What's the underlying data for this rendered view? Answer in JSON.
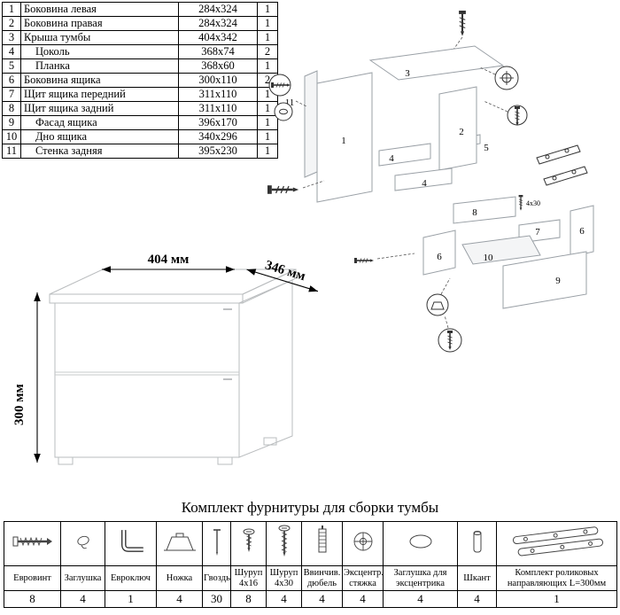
{
  "parts_table": {
    "rows": [
      {
        "num": "1",
        "name": "Боковина левая",
        "size": "284х324",
        "qty": "1"
      },
      {
        "num": "2",
        "name": "Боковина правая",
        "size": "284х324",
        "qty": "1"
      },
      {
        "num": "3",
        "name": "Крыша тумбы",
        "size": "404х342",
        "qty": "1"
      },
      {
        "num": "4",
        "name": "Цоколь",
        "size": "368х74",
        "qty": "2"
      },
      {
        "num": "5",
        "name": "Планка",
        "size": "368х60",
        "qty": "1"
      },
      {
        "num": "6",
        "name": "Боковина ящика",
        "size": "300х110",
        "qty": "2"
      },
      {
        "num": "7",
        "name": "Щит ящика передний",
        "size": "311х110",
        "qty": "1"
      },
      {
        "num": "8",
        "name": "Щит ящика задний",
        "size": "311х110",
        "qty": "1"
      },
      {
        "num": "9",
        "name": "Фасад ящика",
        "size": "396х170",
        "qty": "1"
      },
      {
        "num": "10",
        "name": "Дно ящика",
        "size": "340х296",
        "qty": "1"
      },
      {
        "num": "11",
        "name": "Стенка задняя",
        "size": "395х230",
        "qty": "1"
      }
    ]
  },
  "drawing": {
    "width_label": "404 мм",
    "depth_label": "346 мм",
    "height_label": "300 мм"
  },
  "diagram": {
    "labels": {
      "p1": "1",
      "p2": "2",
      "p3": "3",
      "p4a": "4",
      "p4b": "4",
      "p5": "5",
      "p6a": "6",
      "p6b": "6",
      "p7": "7",
      "p8": "8",
      "p9": "9",
      "p10": "10",
      "p11": "11"
    },
    "screw_note": "4х30"
  },
  "hardware": {
    "title": "Комплект фурнитуры для сборки тумбы",
    "items": [
      {
        "name": "Евровинт",
        "qty": "8"
      },
      {
        "name": "Заглушка",
        "qty": "4"
      },
      {
        "name": "Евроключ",
        "qty": "1"
      },
      {
        "name": "Ножка",
        "qty": "4"
      },
      {
        "name": "Гвоздь",
        "qty": "30"
      },
      {
        "name": "Шуруп 4х16",
        "qty": "8"
      },
      {
        "name": "Шуруп 4х30",
        "qty": "4"
      },
      {
        "name": "Ввинчив. дюбель",
        "qty": "4"
      },
      {
        "name": "Эксцентр. стяжка",
        "qty": "4"
      },
      {
        "name": "Заглушка для эксцентрика",
        "qty": "4"
      },
      {
        "name": "Шкант",
        "qty": "4"
      },
      {
        "name": "Комплект роликовых направляющих L=300мм",
        "qty": "1"
      }
    ]
  }
}
